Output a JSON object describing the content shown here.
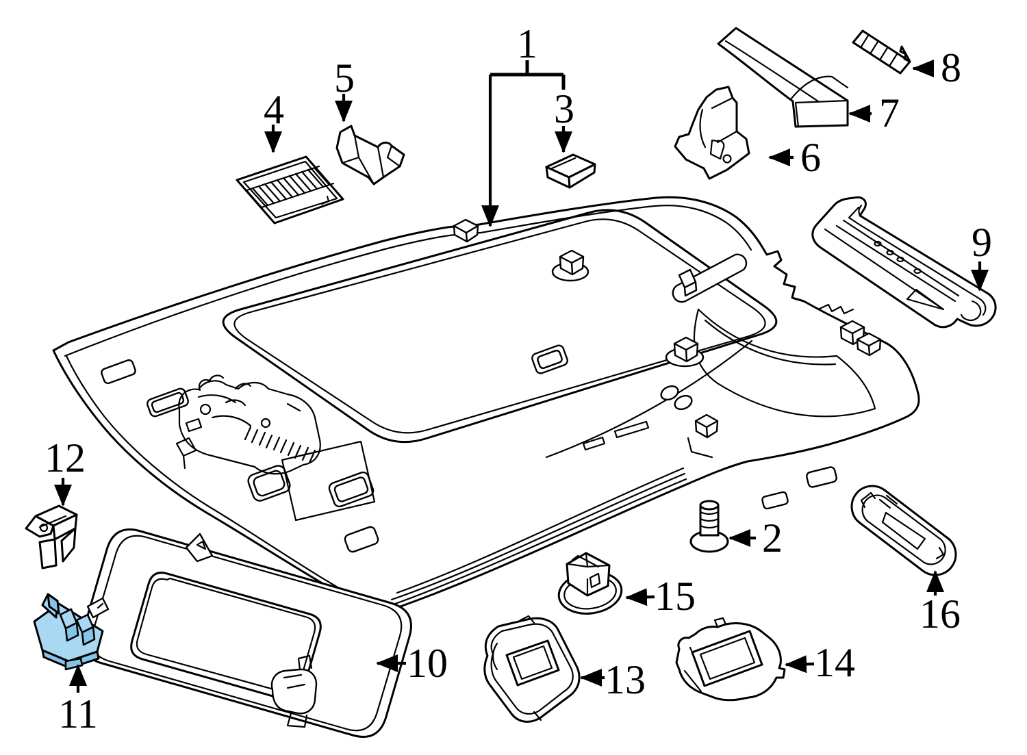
{
  "page": {
    "background": "#ffffff",
    "ink": "#000000"
  },
  "diagram": {
    "type": "exploded-parts-diagram",
    "highlight": {
      "part_number": "11",
      "fill": "#a9d8f2",
      "shade": "#86c5e7"
    },
    "callouts": {
      "c1": "1",
      "c2": "2",
      "c3": "3",
      "c4": "4",
      "c5": "5",
      "c6": "6",
      "c7": "7",
      "c8": "8",
      "c9": "9",
      "c10": "10",
      "c11": "11",
      "c12": "12",
      "c13": "13",
      "c14": "14",
      "c15": "15",
      "c16": "16"
    }
  }
}
